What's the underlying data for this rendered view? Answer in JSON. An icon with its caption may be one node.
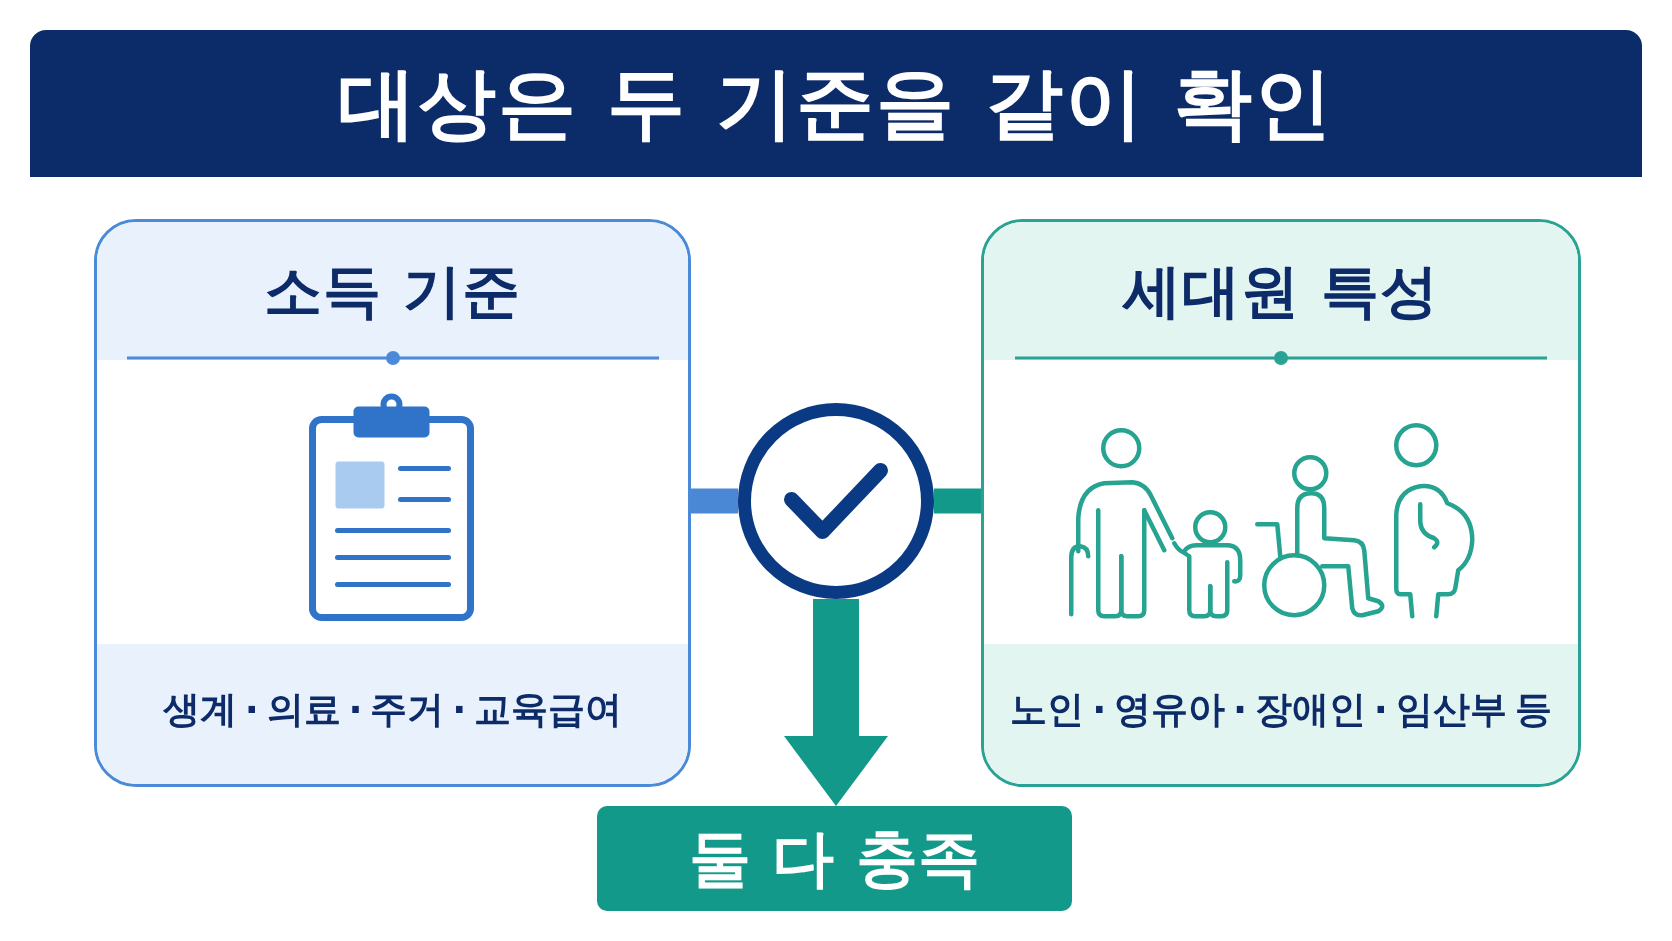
{
  "diagram": {
    "title": "대상은 두 기준을 같이 확인",
    "nodes": [
      {
        "text": [
          "소득 기준",
          "생계 · 의료 · 주거 · 교육급여"
        ]
      },
      {
        "text": [],
        "shape": "circle"
      },
      {
        "text": [
          "세대원 특성",
          "노인 · 영유아 · 장애인 · 임산부 등"
        ]
      },
      {
        "text": [
          "둘 다 충족"
        ]
      }
    ],
    "edges": [
      {
        "from": 0,
        "to": 1,
        "arrow": "none",
        "color": "#4a88d6"
      },
      {
        "from": 2,
        "to": 1,
        "arrow": "none"
      },
      {
        "from": 1,
        "to": 3,
        "arrow": "to",
        "style": "thick"
      }
    ]
  }
}
